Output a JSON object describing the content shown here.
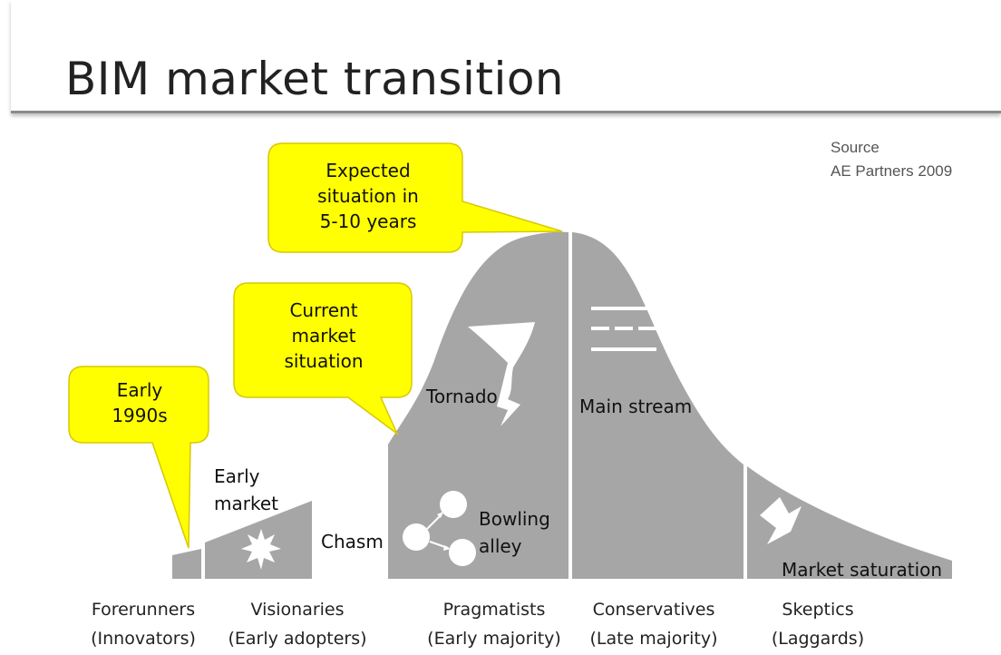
{
  "title": "BIM market transition",
  "source": [
    "Source",
    "AE Partners 2009"
  ],
  "callouts": {
    "expected": "Expected\nsituation in\n5-10 years",
    "current": "Current\nmarket\nsituation",
    "early1990s": "Early\n1990s"
  },
  "regions": {
    "early_market": "Early\nmarket",
    "chasm": "Chasm",
    "tornado": "Tornado",
    "main_stream": "Main stream",
    "bowling_alley": "Bowling\nalley",
    "market_saturation": "Market saturation"
  },
  "segments": [
    {
      "name": "Forerunners",
      "sub": "(Innovators)"
    },
    {
      "name": "Visionaries",
      "sub": "(Early adopters)"
    },
    {
      "name": "Pragmatists",
      "sub": "(Early majority)"
    },
    {
      "name": "Conservatives",
      "sub": "(Late majority)"
    },
    {
      "name": "Skeptics",
      "sub": "(Laggards)"
    }
  ],
  "colors": {
    "curve": "#a6a6a6",
    "callout": "#ffff00",
    "callout_border": "#e0d000"
  }
}
